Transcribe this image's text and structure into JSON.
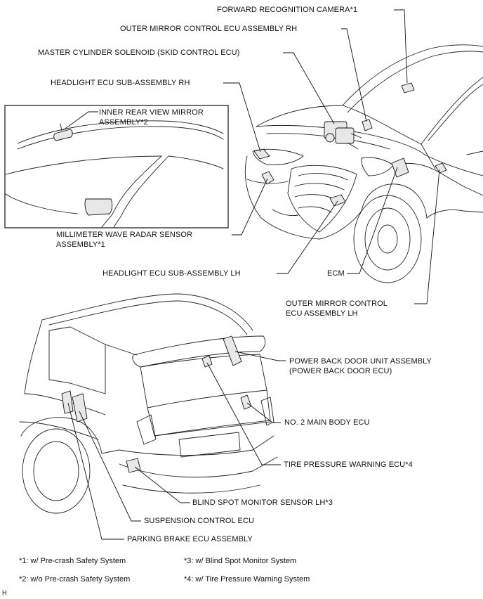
{
  "labels": {
    "forward_camera": "FORWARD RECOGNITION CAMERA*1",
    "outer_mirror_rh": "OUTER MIRROR CONTROL ECU ASSEMBLY RH",
    "master_cylinder": "MASTER CYLINDER SOLENOID (SKID CONTROL ECU)",
    "headlight_rh": "HEADLIGHT ECU SUB-ASSEMBLY RH",
    "inner_mirror_1": "INNER REAR VIEW MIRROR",
    "inner_mirror_2": "ASSEMBLY*2",
    "radar_1": "MILLIMETER WAVE RADAR SENSOR",
    "radar_2": "ASSEMBLY*1",
    "headlight_lh": "HEADLIGHT ECU SUB-ASSEMBLY LH",
    "ecm": "ECM",
    "outer_mirror_lh_1": "OUTER MIRROR CONTROL",
    "outer_mirror_lh_2": "ECU ASSEMBLY LH",
    "power_back_door_1": "POWER BACK DOOR UNIT ASSEMBLY",
    "power_back_door_2": "(POWER BACK DOOR ECU)",
    "main_body_ecu": "NO. 2 MAIN BODY ECU",
    "tire_pressure": "TIRE PRESSURE WARNING ECU*4",
    "blind_spot": "BLIND SPOT MONITOR SENSOR LH*3",
    "suspension": "SUSPENSION CONTROL ECU",
    "parking_brake": "PARKING BRAKE ECU ASSEMBLY"
  },
  "notes": {
    "n1": "*1: w/ Pre-crash Safety System",
    "n2": "*2: w/o Pre-crash Safety System",
    "n3": "*3: w/ Blind Spot Monitor System",
    "n4": "*4: w/ Tire Pressure Warning System"
  },
  "corner_mark": "H"
}
